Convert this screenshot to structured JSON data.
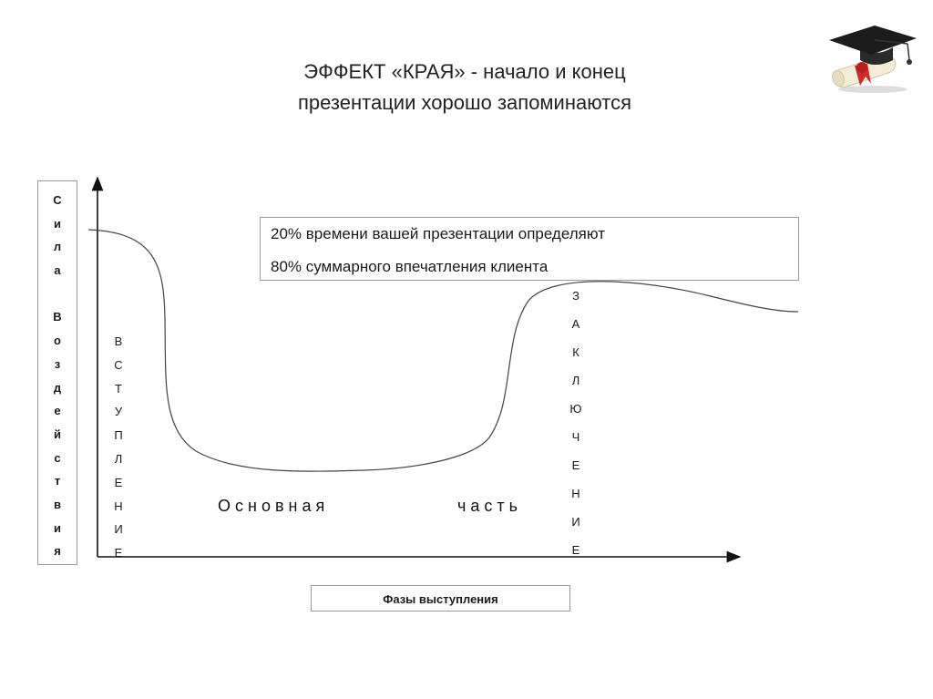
{
  "title": {
    "line1": "ЭФФЕКТ «КРАЯ» - начало и конец",
    "line2": "презентации хорошо запоминаются"
  },
  "y_axis_label": [
    "С",
    "и",
    "л",
    "а",
    "",
    "В",
    "о",
    "з",
    "д",
    "е",
    "й",
    "с",
    "т",
    "в",
    "и",
    "я"
  ],
  "x_axis_label": "Фазы выступления",
  "info": {
    "line1": "20% времени вашей презентации определяют",
    "line2": "80% суммарного впечатления клиента"
  },
  "phases": {
    "intro": [
      "В",
      "С",
      "Т",
      "У",
      "П",
      "Л",
      "Е",
      "Н",
      "И",
      "Е"
    ],
    "main_word1": "Основная",
    "main_word2": "часть",
    "conclusion": [
      "З",
      "А",
      "К",
      "Л",
      "Ю",
      "Ч",
      "Е",
      "Н",
      "И",
      "Е"
    ]
  },
  "icon": "graduation-cap-diploma-icon",
  "colors": {
    "line": "#333333",
    "box_border": "#9a9a9a",
    "cap": "#1c1c1c",
    "ribbon": "#d12a2a"
  }
}
